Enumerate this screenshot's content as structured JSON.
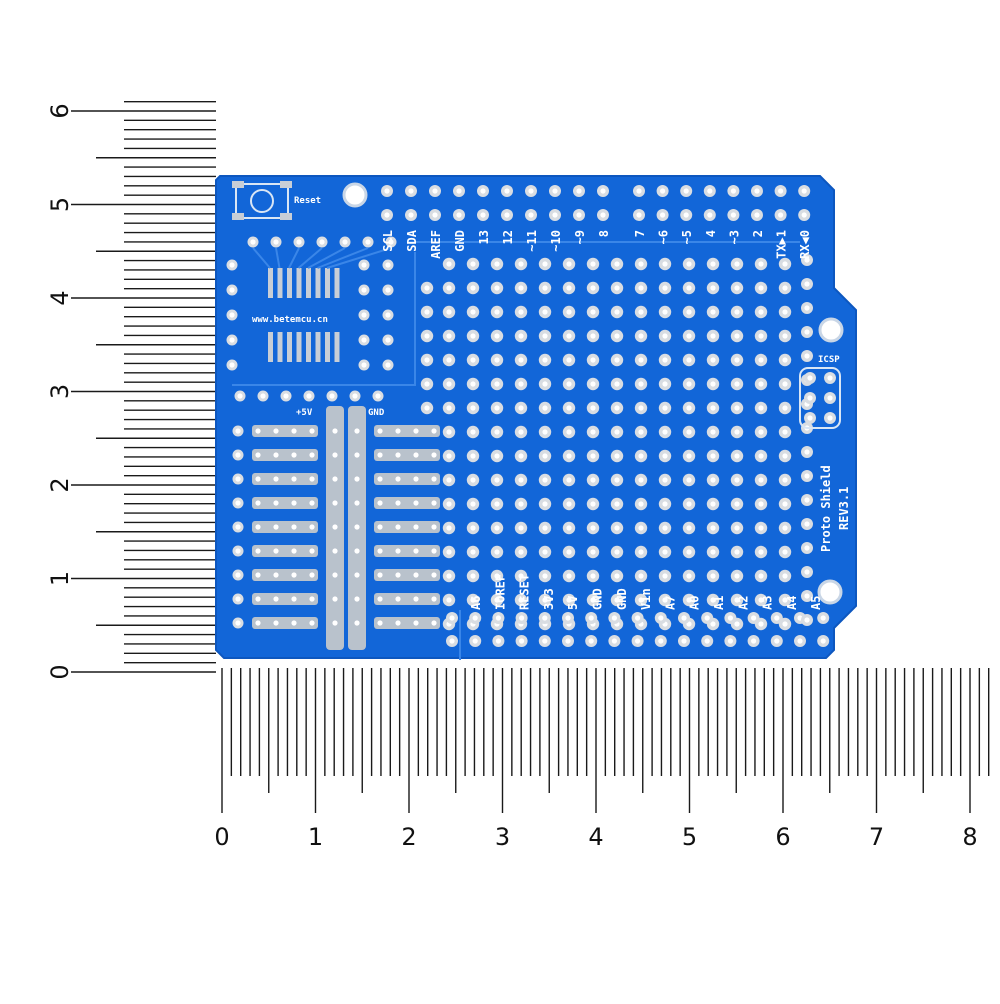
{
  "ruler_x": {
    "labels": [
      "0",
      "1",
      "2",
      "3",
      "4",
      "5",
      "6",
      "7",
      "8"
    ]
  },
  "ruler_y": {
    "labels": [
      "0",
      "1",
      "2",
      "3",
      "4",
      "5",
      "6"
    ]
  },
  "board": {
    "color": "#1266d8",
    "reset_label": "Reset",
    "url_text": "www.betemcu.cn",
    "icsp_label": "ICSP",
    "title_line1": "Proto Shield",
    "title_line2": "REV3.1",
    "plus5v_label": "+5V",
    "gnd_label": "GND",
    "top_pins": [
      "SCL",
      "SDA",
      "AREF",
      "GND",
      "13",
      "12",
      "~11",
      "~10",
      "~9",
      "8",
      "7",
      "~6",
      "~5",
      "4",
      "~3",
      "2",
      "TX▶1",
      "RX◀0"
    ],
    "bottom_pins": [
      "A6",
      "IOREF",
      "RESET",
      "3V3",
      "5V",
      "GND",
      "GND",
      "Vin",
      "A7",
      "A0",
      "A1",
      "A2",
      "A3",
      "A4",
      "A5"
    ]
  }
}
